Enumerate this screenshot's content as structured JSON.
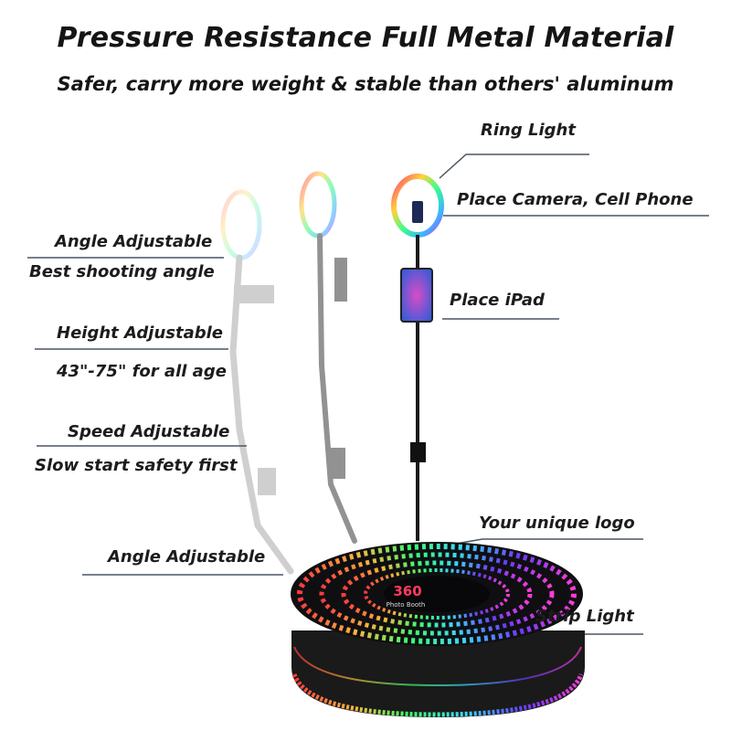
{
  "header": {
    "title": "Pressure Resistance Full Metal Material",
    "subtitle": "Safer, carry more weight & stable than others' aluminum"
  },
  "labels": {
    "ring_light": "Ring Light",
    "place_camera": "Place Camera, Cell Phone",
    "place_ipad": "Place iPad",
    "angle_adjustable_top": "Angle Adjustable",
    "best_shooting_angle": "Best shooting angle",
    "height_adjustable": "Height Adjustable",
    "height_range": "43\"-75\" for all age",
    "speed_adjustable": "Speed Adjustable",
    "slow_start": "Slow start safety first",
    "your_unique_logo": "Your unique logo",
    "angle_adjustable_bottom": "Angle Adjustable",
    "strip_light": "Strip Light"
  },
  "platform": {
    "logo_number": "360",
    "logo_caption": "Photo Booth"
  },
  "colors": {
    "leader_line": "#4a5566",
    "text": "#1a1a1a",
    "platform_dark": "#111111",
    "ring_gradient": [
      "#ff3b5c",
      "#ffd23b",
      "#3bff8a",
      "#3bb6ff",
      "#b23bff"
    ]
  }
}
